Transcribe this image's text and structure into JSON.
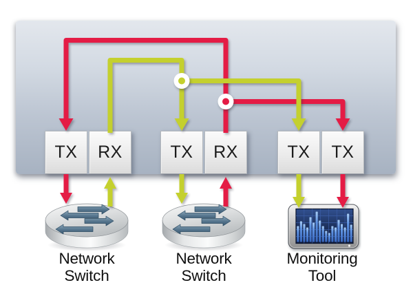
{
  "colors": {
    "red": "#e41e45",
    "green": "#c4d02d",
    "node_ring": "#ffffff",
    "switch_arrow_dark": "#3a5a73",
    "screen_bar": "#5f94e4",
    "panel_top": "#e3e7ed",
    "panel_bottom": "#a7b2c1"
  },
  "ports": [
    {
      "id": "pair1",
      "left": "TX",
      "right": "RX"
    },
    {
      "id": "pair2",
      "left": "TX",
      "right": "RX"
    },
    {
      "id": "pair3",
      "left": "TX",
      "right": "TX"
    }
  ],
  "devices": [
    {
      "type": "network-switch",
      "label_lines": [
        "Network",
        "Switch"
      ]
    },
    {
      "type": "network-switch",
      "label_lines": [
        "Network",
        "Switch"
      ]
    },
    {
      "type": "monitoring-tool",
      "label_lines": [
        "Monitoring",
        "Tool"
      ]
    }
  ],
  "flows": [
    {
      "name": "green-traffic",
      "color": "#c4d02d",
      "path": "switch1 -> pair1 RX -> pair2 TX -> switch2",
      "tap_branch": "tap point -> pair3 left TX -> monitoring tool"
    },
    {
      "name": "red-traffic",
      "color": "#e41e45",
      "path": "switch2 -> pair2 RX -> pair1 TX -> switch1",
      "tap_branch": "tap point -> pair3 right TX -> monitoring tool"
    }
  ],
  "monitor": {
    "bars": [
      23,
      30,
      26,
      21,
      36,
      28,
      44,
      31,
      23,
      16,
      13,
      23,
      21,
      32,
      26,
      21,
      41,
      25
    ]
  }
}
